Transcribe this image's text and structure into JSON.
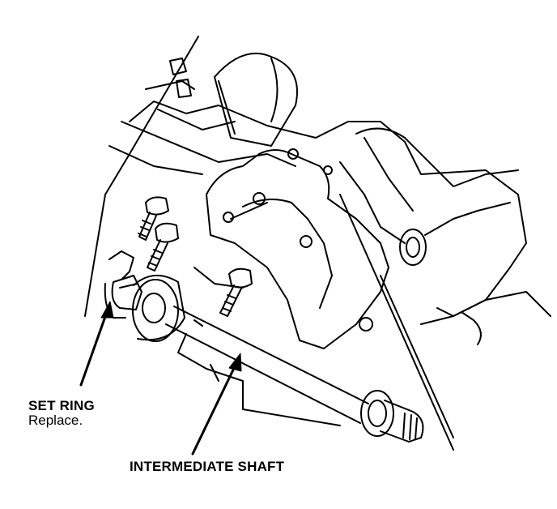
{
  "labels": {
    "set_ring": {
      "name": "SET RING",
      "note": "Replace."
    },
    "intermediate_shaft": {
      "name": "INTERMEDIATE SHAFT"
    }
  },
  "colors": {
    "ink": "#000000",
    "paper": "#ffffff"
  }
}
